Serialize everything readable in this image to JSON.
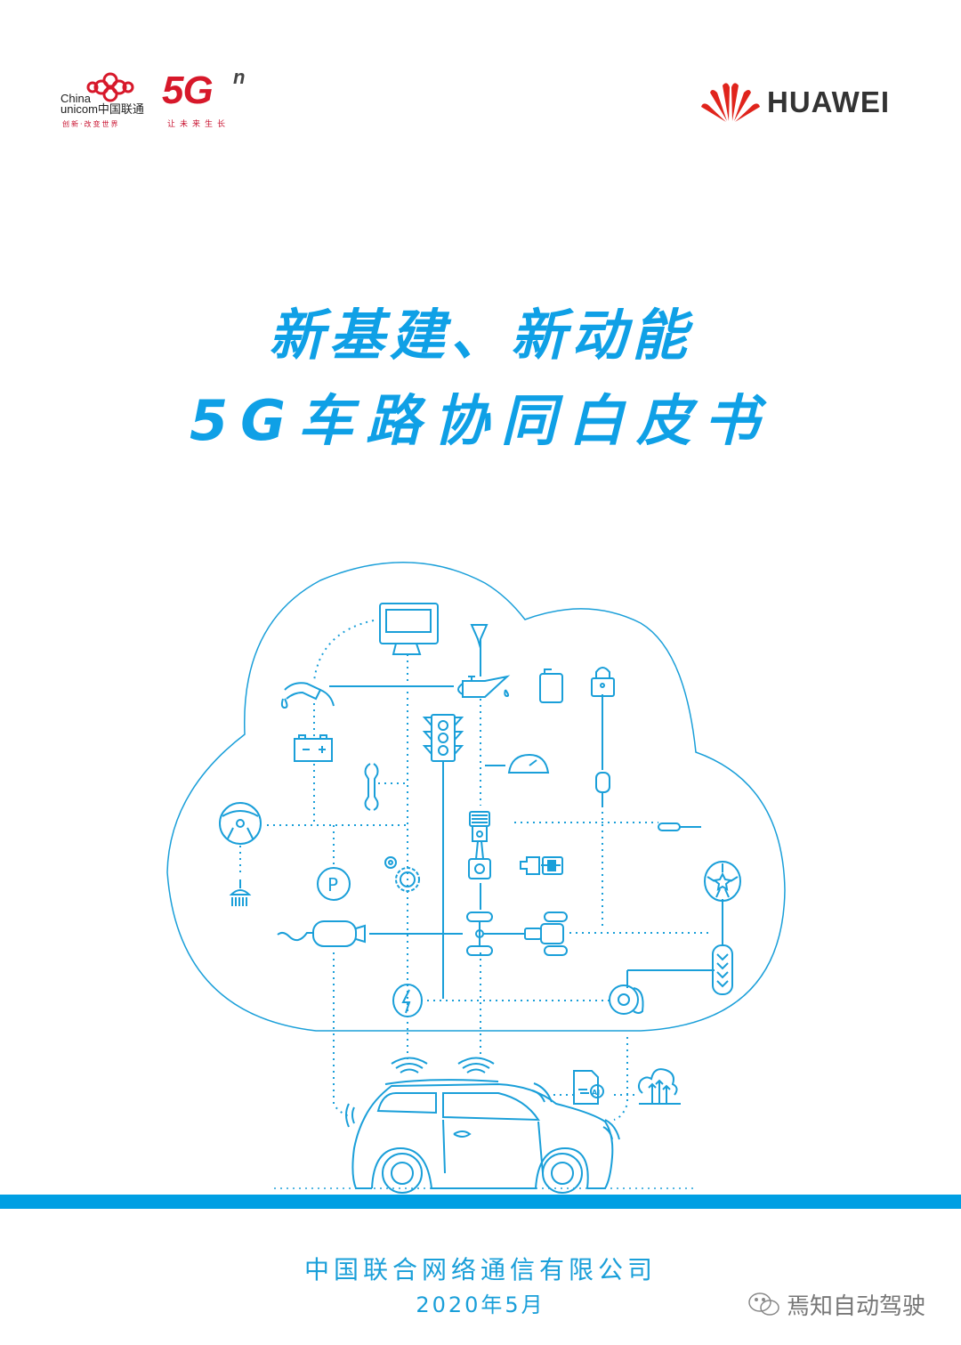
{
  "header": {
    "unicom": {
      "en_line1": "China",
      "en_line2": "unicom中国联通",
      "slogan": "创新·改变世界"
    },
    "fiveg": {
      "label": "5G",
      "superscript": "n",
      "slogan": "让未来生长"
    },
    "huawei": {
      "label": "HUAWEI"
    }
  },
  "title": {
    "line1": "新基建、新动能",
    "line2": "5G车路协同白皮书"
  },
  "illustration": {
    "icons": [
      "monitor-icon",
      "funnel-icon",
      "fuel-nozzle-icon",
      "oil-can-icon",
      "jerrycan-icon",
      "padlock-icon",
      "battery-icon",
      "traffic-light-icon",
      "wrench-icon",
      "gauge-icon",
      "car-key-icon",
      "steering-wheel-icon",
      "piston-icon",
      "dipstick-icon",
      "seatbelt-icon",
      "shower-icon",
      "parking-icon",
      "gears-icon",
      "rim-icon",
      "exhaust-icon",
      "drivetrain-icon",
      "tire-icon",
      "lightning-icon",
      "brake-disc-icon",
      "car-icon",
      "ai-document-icon",
      "cloud-upload-icon"
    ],
    "ai_label": "AI",
    "parking_label": "P",
    "colors": {
      "line": "#1a9fd9",
      "bar": "#009fe3"
    }
  },
  "footer": {
    "company": "中国联合网络通信有限公司",
    "date": "2020年5月",
    "watermark": "焉知自动驾驶"
  },
  "colors": {
    "title": "#0fa0e6",
    "unicom_red": "#d7182a",
    "huawei_red": "#e0241c"
  }
}
